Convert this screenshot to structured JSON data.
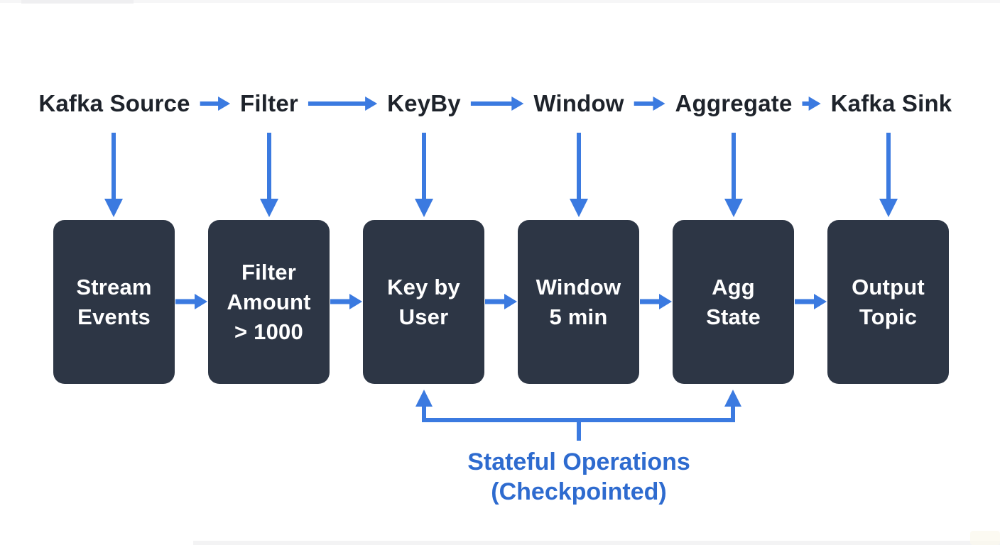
{
  "diagram": {
    "stages": [
      {
        "label": "Kafka Source",
        "box_text": "Stream\nEvents"
      },
      {
        "label": "Filter",
        "box_text": "Filter\nAmount\n> 1000"
      },
      {
        "label": "KeyBy",
        "box_text": "Key by\nUser"
      },
      {
        "label": "Window",
        "box_text": "Window\n5 min"
      },
      {
        "label": "Aggregate",
        "box_text": "Agg\nState"
      },
      {
        "label": "Kafka Sink",
        "box_text": "Output\nTopic"
      }
    ],
    "annotation": {
      "line1": "Stateful Operations",
      "line2": "(Checkpointed)"
    },
    "colors": {
      "arrow_blue": "#3b7ae0",
      "annotation_blue": "#2e6bcf",
      "box_fill": "#2d3645",
      "box_text": "#ffffff",
      "label_text": "#1e232b",
      "background": "#ffffff"
    }
  }
}
